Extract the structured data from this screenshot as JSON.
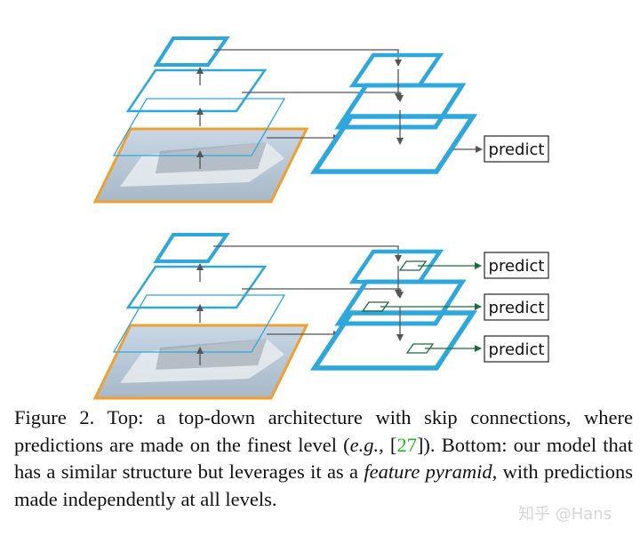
{
  "figure": {
    "predict_labels": {
      "top": "predict",
      "bottom_1": "predict",
      "bottom_2": "predict",
      "bottom_3": "predict"
    },
    "colors": {
      "feature_map": "#2ea8dc",
      "image_border": "#f0a030",
      "arrow": "#555555",
      "prediction_arrow": "#1e6b3a"
    }
  },
  "caption": {
    "part1": "Figure 2. Top: a top-down architecture with skip connections, where predictions are made on the finest level (",
    "eg": "e.g.",
    "part2": ", [",
    "ref": "27",
    "part3": "]). Bottom: our model that has a similar structure but leverages it as a ",
    "feature_pyramid": "feature pyramid",
    "part4": ", with predictions made independently at all levels."
  },
  "watermark": "知乎 @Hans"
}
